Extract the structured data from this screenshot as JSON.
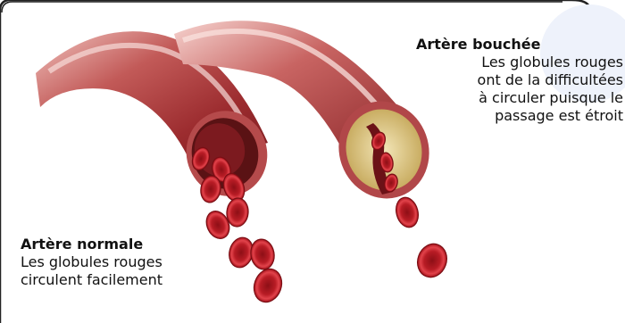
{
  "blocked_artery": {
    "title": "Artère bouchée",
    "description": "Les globules rouges\nont de la difficultées\nà circuler puisque le\npassage est étroit"
  },
  "normal_artery": {
    "title": "Artère normale",
    "description": "Les globules rouges\ncirculent facilement"
  },
  "colors": {
    "artery_wall": "#a9383a",
    "artery_highlight": "#e8a9a4",
    "artery_inner": "#5a1214",
    "plaque": "#e6d49a",
    "blood_cell": "#c8202a",
    "frame_border": "#111111"
  },
  "icons": [
    "normal-artery-illustration",
    "blocked-artery-illustration",
    "red-blood-cell-icon"
  ]
}
